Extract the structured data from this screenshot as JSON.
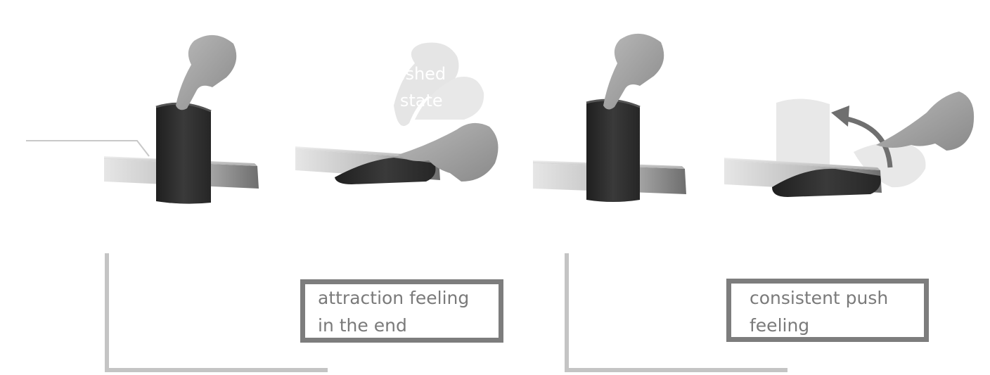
{
  "captions": {
    "left_box": [
      "attraction feeling",
      "in the end"
    ],
    "right_box": [
      "consistent push",
      "feeling"
    ]
  },
  "ghost_label": [
    "pushed",
    "n state"
  ],
  "icons": [
    "hand-pointer-icon",
    "leather-flap-icon",
    "metal-bar-icon",
    "arrow-curved-icon"
  ],
  "colors": {
    "frame": "#7d7d7d",
    "bracket": "#c4c4c4",
    "leather": "#2e2e2e",
    "arrow": "#6f6f6f"
  }
}
